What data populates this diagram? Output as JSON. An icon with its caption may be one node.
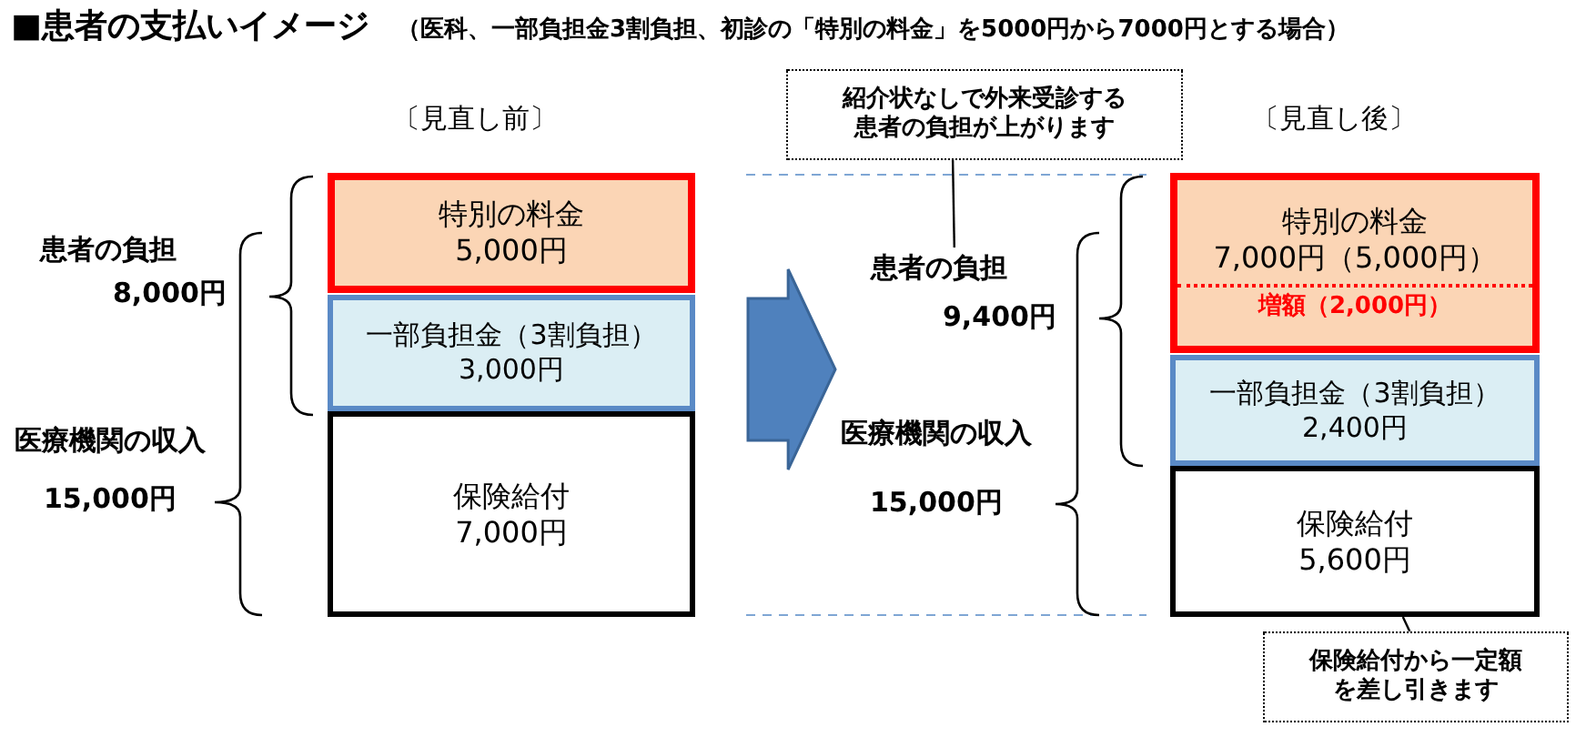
{
  "diagram": {
    "title": "■患者の支払いイメージ",
    "nodes": [
      {
        "text": [
          "特別の料金",
          "5,000円"
        ]
      },
      {
        "text": [
          "一部負担金（3割負担）",
          "3,000円"
        ]
      },
      {
        "text": [
          "保険給付",
          "7,000円"
        ]
      },
      {
        "text": [
          "特別の料金",
          "7,000円（5,000円）",
          "増額（2,000円）"
        ]
      },
      {
        "text": [
          "一部負担金（3割負担）",
          "2,400円"
        ]
      },
      {
        "text": [
          "保険給付",
          "5,600円"
        ]
      },
      {
        "text": [
          "紹介状なしで外来受診する患者の負担が上がります"
        ]
      },
      {
        "text": [
          "患者の負担"
        ]
      },
      {
        "text": [
          "保険給付から一定額を差し引きます"
        ]
      }
    ],
    "edges": [
      {
        "from": 1,
        "to": null,
        "arrow": "to",
        "style": "thick",
        "color": "#4f81bd"
      },
      {
        "from": 6,
        "to": 7,
        "arrow": "none"
      },
      {
        "from": 8,
        "to": 5,
        "arrow": "none"
      }
    ],
    "labels": [
      "（医科、一部負担金3割負担、初診の「特別の料金」を5000円から7000円とする場合）",
      "〔見直し前〕",
      "〔見直し後〕",
      "患者の負担",
      "8,000円",
      "医療機関の収入",
      "15,000円",
      "9,400円",
      "医療機関の収入",
      "15,000円"
    ]
  }
}
